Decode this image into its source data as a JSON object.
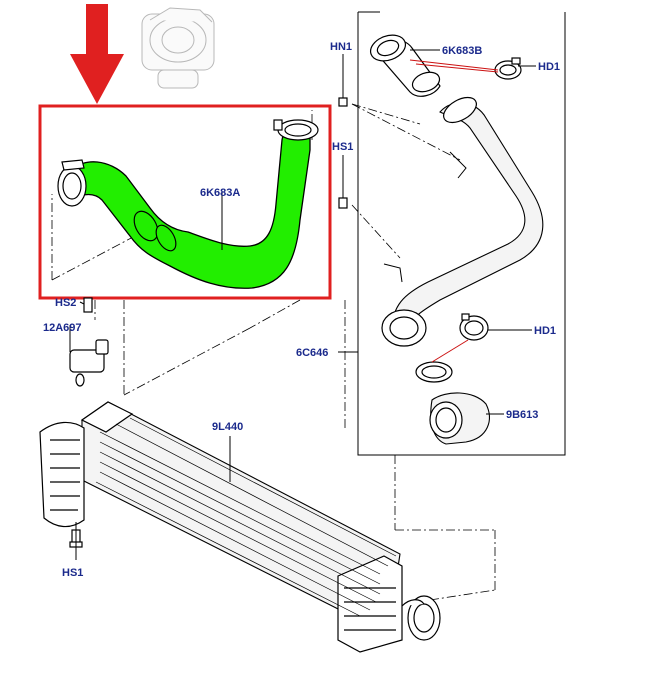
{
  "labels": {
    "hn1": "HN1",
    "hs1_upper": "HS1",
    "hs2": "HS2",
    "sensor": "12A697",
    "hose_upper_right": "6K683B",
    "clamp_upper": "HD1",
    "hose_highlight": "6K683A",
    "pipe": "6C646",
    "clamp_lower": "HD1",
    "connector": "9B613",
    "intercooler": "9L440",
    "hs1_lower": "HS1"
  },
  "colors": {
    "highlight_green": "#22ee00",
    "highlight_box": "#e02020",
    "arrow_red": "#e02020",
    "callout_text": "#1b2a8c",
    "leader_red": "#cc1111"
  }
}
